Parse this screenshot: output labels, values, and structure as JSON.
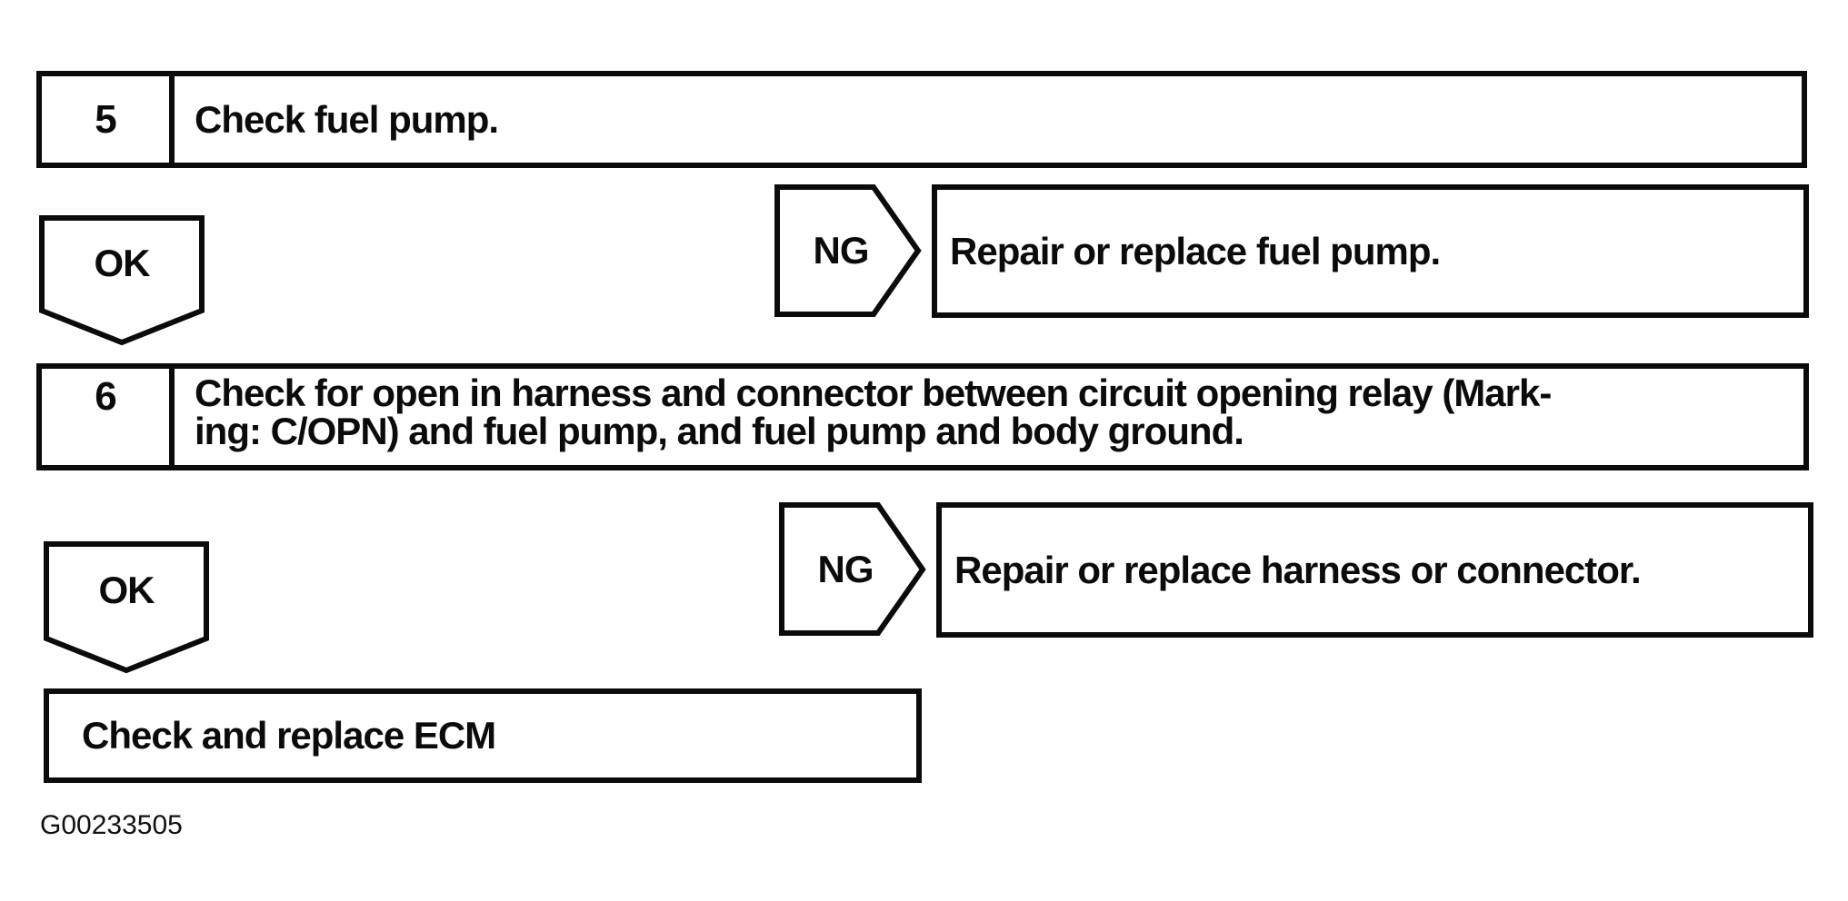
{
  "steps": [
    {
      "number": "5",
      "instruction": "Check fuel pump.",
      "ok_label": "OK",
      "ng_label": "NG",
      "ng_action": "Repair or replace fuel pump."
    },
    {
      "number": "6",
      "instruction_line1": "Check for open in harness and connector between circuit opening relay (Mark-",
      "instruction_line2": "ing: C/OPN) and fuel pump, and fuel pump and body ground.",
      "ok_label": "OK",
      "ng_label": "NG",
      "ng_action": "Repair or replace harness or connector."
    }
  ],
  "final_action": "Check and replace ECM",
  "figure_id": "G00233505",
  "colors": {
    "ink": "#0b0b0b",
    "background": "#ffffff"
  }
}
